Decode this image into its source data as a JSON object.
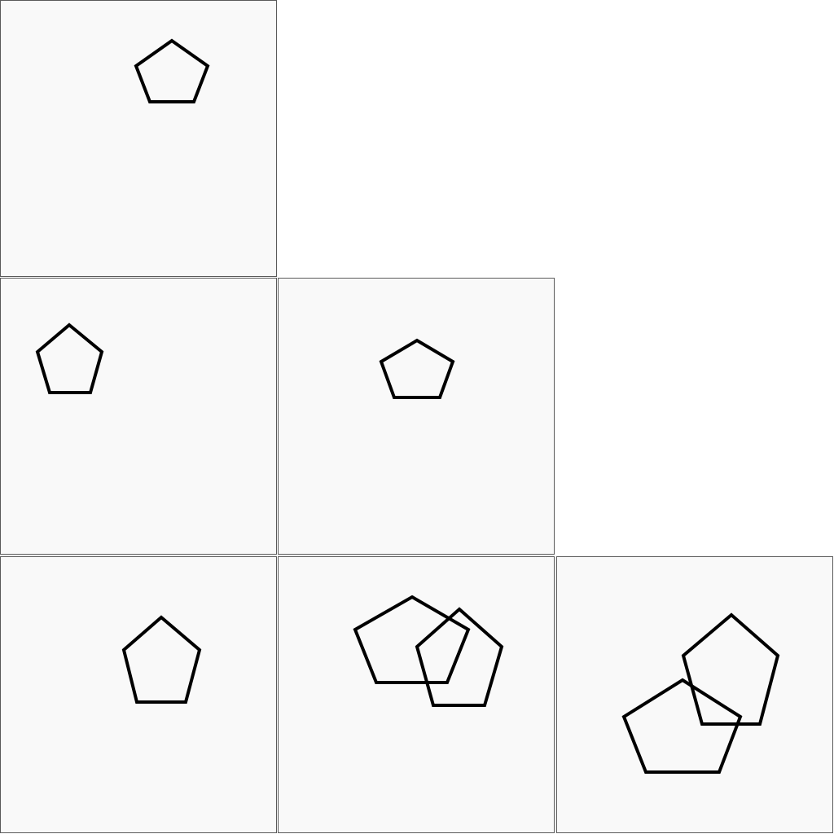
{
  "diagram": {
    "layout": "lower-triangular-grid",
    "rows": 3,
    "cells": [
      {
        "row": 1,
        "col": 1,
        "shapes": [
          "pentagon-outline"
        ]
      },
      {
        "row": 2,
        "col": 1,
        "shapes": [
          "pentagon-outline"
        ]
      },
      {
        "row": 2,
        "col": 2,
        "shapes": [
          "pentagon-outline"
        ]
      },
      {
        "row": 3,
        "col": 1,
        "shapes": [
          "pentagon-outline"
        ]
      },
      {
        "row": 3,
        "col": 2,
        "shapes": [
          "pentagon-outline",
          "pentagon-outline"
        ]
      },
      {
        "row": 3,
        "col": 3,
        "shapes": [
          "pentagon-outline",
          "pentagon-outline"
        ]
      }
    ],
    "colors": {
      "cell_background": "#f9f9f9",
      "cell_border": "#5a5a5a",
      "shape_stroke": "#000000",
      "page_background": "#ffffff"
    }
  }
}
